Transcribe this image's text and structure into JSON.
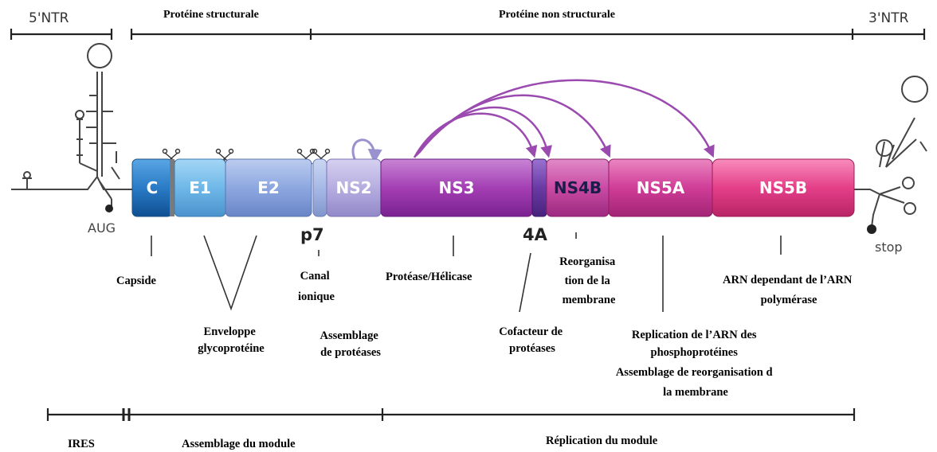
{
  "headers": {
    "ntr5": "5'NTR",
    "structural": "Protéine structurale",
    "nonstructural": "Protéine non structurale",
    "ntr3": "3'NTR"
  },
  "segments": {
    "c": "C",
    "e1": "E1",
    "e2": "E2",
    "p7": "p7",
    "ns2": "NS2",
    "ns3": "NS3",
    "ns4a": "4A",
    "ns4b": "NS4B",
    "ns5a": "NS5A",
    "ns5b": "NS5B"
  },
  "markers": {
    "start": "AUG",
    "stop": "stop"
  },
  "functions": {
    "capside": "Capside",
    "enveloppe": [
      "Enveloppe",
      "glycoprotéine"
    ],
    "canal": [
      "Canal",
      "ionique"
    ],
    "assemblage_proteases": [
      "Assemblage",
      "de protéases"
    ],
    "protease_helicase": "Protéase/Hélicase",
    "cofacteur": [
      "Cofacteur de",
      "protéases"
    ],
    "reorganisation": [
      "Reorganisa",
      "tion de la",
      "membrane"
    ],
    "replication": [
      "Replication de l’ARN des",
      "phosphoprotéines",
      "Assemblage de reorganisation d",
      "la membrane"
    ],
    "polymerase": [
      "ARN dependant de l’ARN",
      "polymérase"
    ]
  },
  "bottom": {
    "ires": "IRES",
    "assemblage_module": "Assemblage du module",
    "replication_module": "Réplication du module"
  },
  "colors": {
    "c": "#2a7bc6",
    "e1": "#6fb8e8",
    "e2": "#8da8e0",
    "p7": "#a7b9e6",
    "ns2": "#b6aee0",
    "ns3": "#a43fb4",
    "ns4a": "#6a3aa4",
    "ns4b": "#c94aa4",
    "ns5a": "#d03d98",
    "ns5b": "#e43f88",
    "arrow": "#9b4ab0"
  }
}
